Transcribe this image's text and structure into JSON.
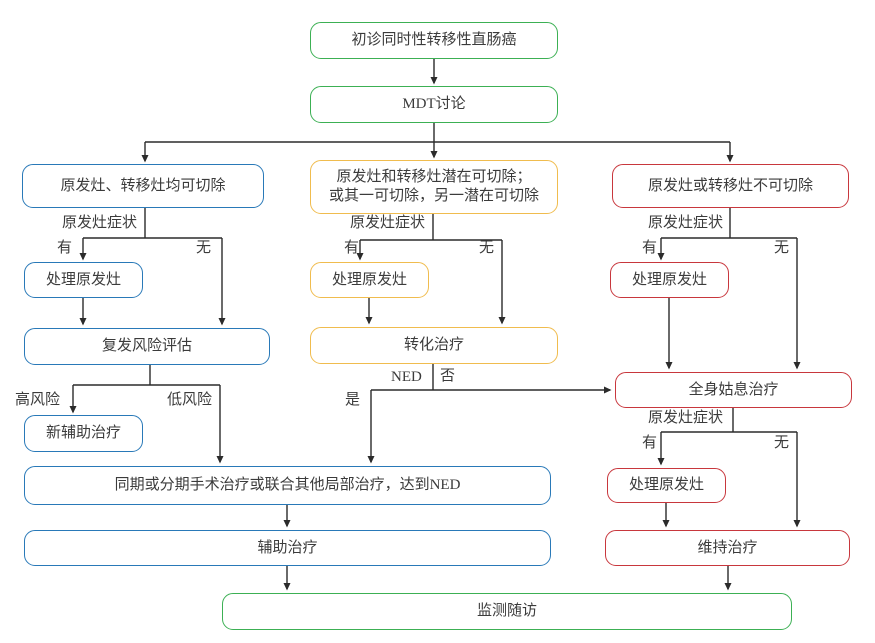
{
  "diagram": {
    "type": "flowchart",
    "language": "zh-CN",
    "topic": "初诊同时性转移性直肠癌治疗流程",
    "colors": {
      "green": "#3cb054",
      "blue": "#2979b8",
      "yellow": "#f0bc4e",
      "red": "#c8373d",
      "line": "#2b2b2b",
      "text": "#3b3b3b",
      "background": "#ffffff"
    },
    "nodes": [
      {
        "id": "initial",
        "label": "初诊同时性转移性直肠癌",
        "color": "green"
      },
      {
        "id": "mdt",
        "label": "MDT讨论",
        "color": "green"
      },
      {
        "id": "both_resectable",
        "label": "原发灶、转移灶均可切除",
        "color": "blue"
      },
      {
        "id": "potentially_resectable",
        "label": "原发灶和转移灶潜在可切除；\n或其一可切除，另一潜在可切除",
        "color": "yellow"
      },
      {
        "id": "unresectable",
        "label": "原发灶或转移灶不可切除",
        "color": "red"
      },
      {
        "id": "treat_primary_left",
        "label": "处理原发灶",
        "color": "blue"
      },
      {
        "id": "recurrence_risk",
        "label": "复发风险评估",
        "color": "blue"
      },
      {
        "id": "neoadjuvant",
        "label": "新辅助治疗",
        "color": "blue"
      },
      {
        "id": "treat_primary_mid",
        "label": "处理原发灶",
        "color": "yellow"
      },
      {
        "id": "conversion",
        "label": "转化治疗",
        "color": "yellow"
      },
      {
        "id": "treat_primary_right1",
        "label": "处理原发灶",
        "color": "red"
      },
      {
        "id": "palliative",
        "label": "全身姑息治疗",
        "color": "red"
      },
      {
        "id": "treat_primary_right2",
        "label": "处理原发灶",
        "color": "red"
      },
      {
        "id": "maintenance",
        "label": "维持治疗",
        "color": "red"
      },
      {
        "id": "surgery_ned",
        "label": "同期或分期手术治疗或联合其他局部治疗，达到NED",
        "color": "blue"
      },
      {
        "id": "adjuvant",
        "label": "辅助治疗",
        "color": "blue"
      },
      {
        "id": "followup",
        "label": "监测随访",
        "color": "green"
      }
    ],
    "labels": {
      "primary_symptom": "原发灶症状",
      "yes": "有",
      "no": "无",
      "high_risk": "高风险",
      "low_risk": "低风险",
      "ned": "NED",
      "ned_yes": "是",
      "ned_no": "否"
    }
  }
}
